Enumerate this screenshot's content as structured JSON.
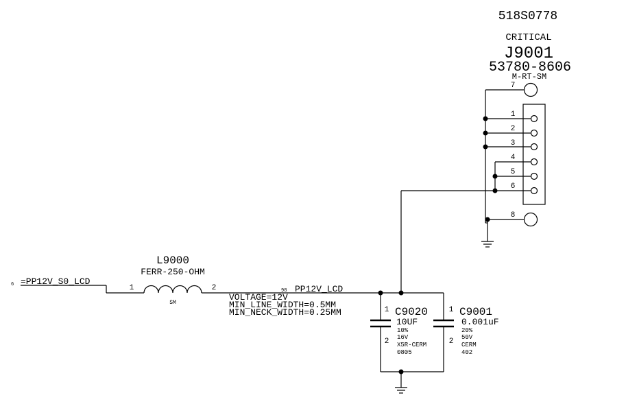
{
  "connector": {
    "part_number": "518S0778",
    "critical_label": "CRITICAL",
    "refdes": "J9001",
    "mpn": "53780-8606",
    "footprint": "M-RT-SM",
    "pins": [
      "7",
      "1",
      "2",
      "3",
      "4",
      "5",
      "6",
      "8"
    ]
  },
  "inductor": {
    "refdes": "L9000",
    "value": "FERR-250-OHM",
    "package": "SM",
    "pin1": "1",
    "pin2": "2"
  },
  "nets": {
    "input_page_ref": "6",
    "input_net": "=PP12V_S0_LCD",
    "output_page_ref": "98",
    "output_net": "PP12V_LCD",
    "voltage": "VOLTAGE=12V",
    "min_line_width": "MIN_LINE_WIDTH=0.5MM",
    "min_neck_width": "MIN_NECK_WIDTH=0.25MM"
  },
  "cap1": {
    "refdes": "C9020",
    "value": "10UF",
    "tolerance": "10%",
    "voltage": "16V",
    "dielectric": "X5R-CERM",
    "package": "0805",
    "pin1": "1",
    "pin2": "2"
  },
  "cap2": {
    "refdes": "C9001",
    "value": "0.001uF",
    "tolerance": "20%",
    "voltage": "50V",
    "dielectric": "CERM",
    "package": "402",
    "pin1": "1",
    "pin2": "2"
  }
}
